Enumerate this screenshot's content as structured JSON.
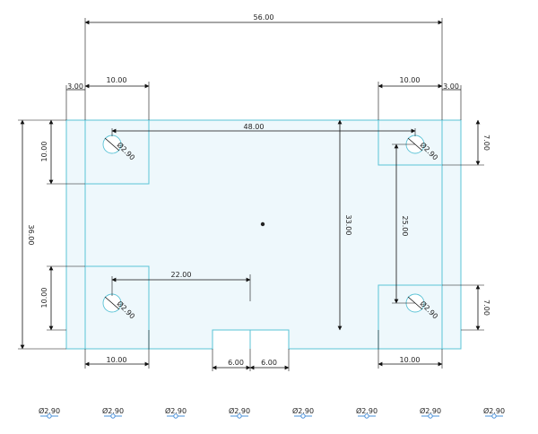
{
  "drawing": {
    "dims": {
      "overall_width": "56.00",
      "overall_height": "36.00",
      "left_margin": "3.00",
      "right_margin": "3.00",
      "top_left_pad_width": "10.00",
      "top_right_pad_width": "10.00",
      "bottom_left_pad_width": "10.00",
      "bottom_right_pad_width": "10.00",
      "top_left_pad_height": "10.00",
      "bottom_left_pad_height": "10.00",
      "top_right_offset": "7.00",
      "bottom_right_offset": "7.00",
      "hole_spacing_x": "48.00",
      "hole_spacing_y": "33.00",
      "right_hole_spacing": "25.00",
      "center_offset": "22.00",
      "notch_left": "6.00",
      "notch_right": "6.00"
    },
    "hole_diameter_label": "Ø2.90",
    "toolbar": [
      "Ø2.90",
      "Ø2.90",
      "Ø2.90",
      "Ø2.90",
      "Ø2.90",
      "Ø2.90",
      "Ø2.90",
      "Ø2.90"
    ]
  },
  "colors": {
    "part_fill": "#eef8fc",
    "part_edge": "#5bc3d6",
    "dimension": "#111111",
    "toolbar_accent": "#4a90d9"
  }
}
